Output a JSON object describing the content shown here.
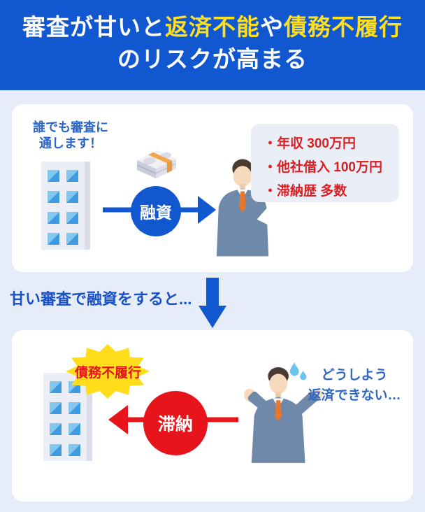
{
  "header": {
    "line1_part1": "審査が甘いと",
    "line1_part2": "返済不能",
    "line1_part3": "や",
    "line1_part4": "債務不履行",
    "line2": "のリスクが高まる"
  },
  "panel_top": {
    "claim_line1": "誰でも審査に",
    "claim_line2": "通します！",
    "arrow_label": "融資",
    "borrower_facts": [
      "・年収 300万円",
      "・他社借入 100万円",
      "・滞納歴 多数"
    ]
  },
  "transition": {
    "label": "甘い審査で融資をすると..."
  },
  "panel_bottom": {
    "burst_label": "債務不履行",
    "arrow_label": "滞納",
    "worry_line1": "どうしよう",
    "worry_line2": "返済できない…"
  },
  "icons": {
    "building": "building-icon",
    "money_stack": "money-stack-icon",
    "financing_arrow": "right-arrow-icon",
    "transition_arrow": "down-arrow-icon",
    "delinquency_arrow": "left-arrow-icon",
    "burst": "starburst-icon",
    "sweat": "sweat-drops-icon",
    "businessman": "businessman-icon",
    "worried_businessman": "worried-businessman-icon"
  },
  "colors": {
    "header_bg": "#1157d0",
    "page_bg": "#e7edf8",
    "panel_bg": "#ffffff",
    "title_highlight": "#ffdf1e",
    "primary_blue": "#1157d0",
    "speech_blue": "#2e66c8",
    "alert_red": "#e8141c",
    "burst_yellow": "#ffdd1a",
    "facts_box_bg": "#e9eef7",
    "suit_gray_blue": "#6e89a9",
    "tie_orange": "#e8772e"
  }
}
